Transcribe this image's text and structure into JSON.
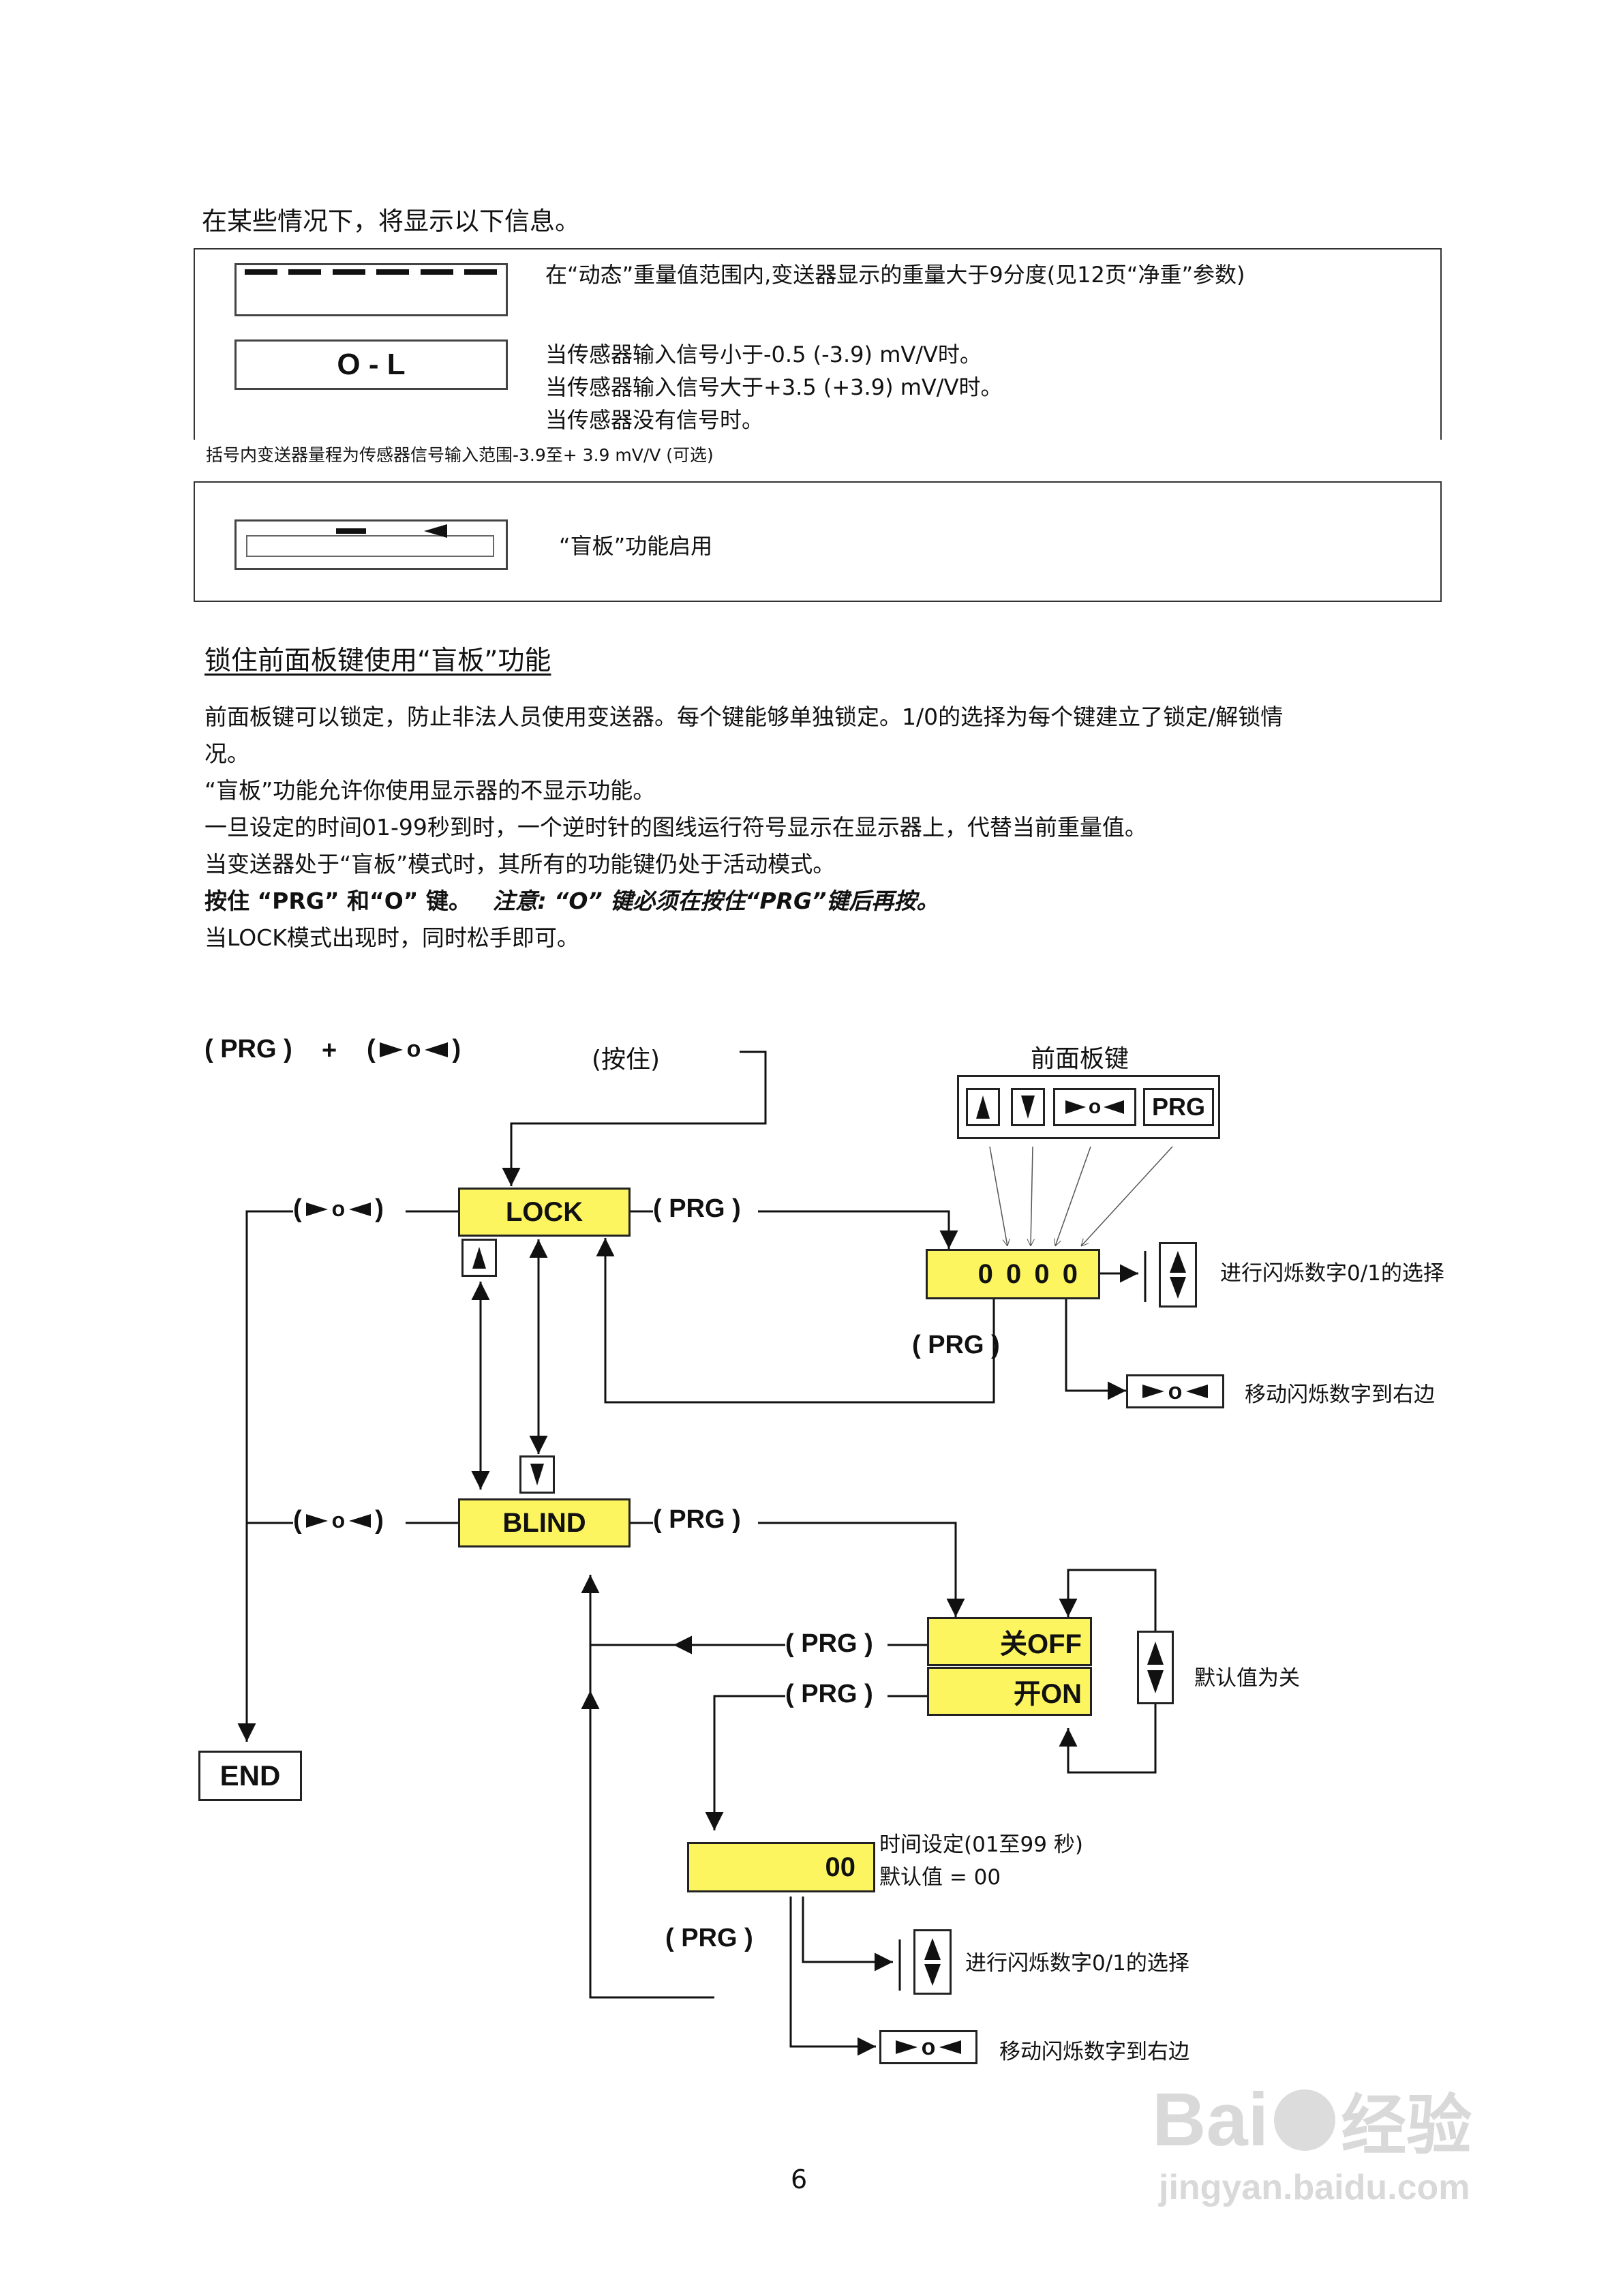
{
  "intro": "在某些情况下，将显示以下信息。",
  "displays": {
    "dashes_msg": "在“动态”重量值范围内,变送器显示的重量大于9分度(见12页“净重”参数)",
    "ol_text": "O - L",
    "ol_msgs": [
      "当传感器输入信号小于-0.5 (-3.9) mV/V时。",
      "当传感器输入信号大于+3.5 (+3.9) mV/V时。",
      "当传感器没有信号时。"
    ],
    "range_note": "括号内变送器量程为传感器信号输入范围-3.9至+ 3.9 mV/V (可选)",
    "blind_msg": "“盲板”功能启用"
  },
  "section": {
    "heading": "锁住前面板键使用“盲板”功能",
    "p1a": "前面板键可以锁定，防止非法人员使用变送器。每个键能够单独锁定。1/0的选择为每个键建立了锁定/解锁情",
    "p1b": "况。",
    "p2": "“盲板”功能允许你使用显示器的不显示功能。",
    "p3": "一旦设定的时间01-99秒到时，一个逆时针的图线运行符号显示在显示器上，代替当前重量值。",
    "p4": "当变送器处于“盲板”模式时，其所有的功能键仍处于活动模式。",
    "p5_bold": "按住 “PRG” 和“O” 键。",
    "p5_note": "注意: “O” 键必须在按住“PRG”键后再按。",
    "p6": "当LOCK模式出现时，同时松手即可。"
  },
  "diagram": {
    "top_prg": "( PRG )",
    "plus": "+",
    "top_o_open": "(",
    "top_o_close": ")",
    "hold": "(按住)",
    "front_keys_title": "前面板键",
    "key_prg": "PRG",
    "key_o": "o",
    "lock": "LOCK",
    "blind": "BLIND",
    "end": "END",
    "prg_label": "( PRG )",
    "zeros": "0 0 0 0",
    "lock_select_desc": "进行闪烁数字0/1的选择",
    "lock_move_desc": "移动闪烁数字到右边",
    "off_label": "关OFF",
    "on_label": "开ON",
    "default_off": "默认值为关",
    "timer_value": "00",
    "time_setting": "时间设定(01至99 秒)",
    "time_default": "默认值 = 00",
    "timer_select_desc": "进行闪烁数字0/1的选择",
    "timer_move_desc": "移动闪烁数字到右边",
    "o_glyph": "o"
  },
  "page_number": "6",
  "watermark": {
    "logo": "Bai",
    "brand": "经验",
    "url": "jingyan.baidu.com"
  }
}
